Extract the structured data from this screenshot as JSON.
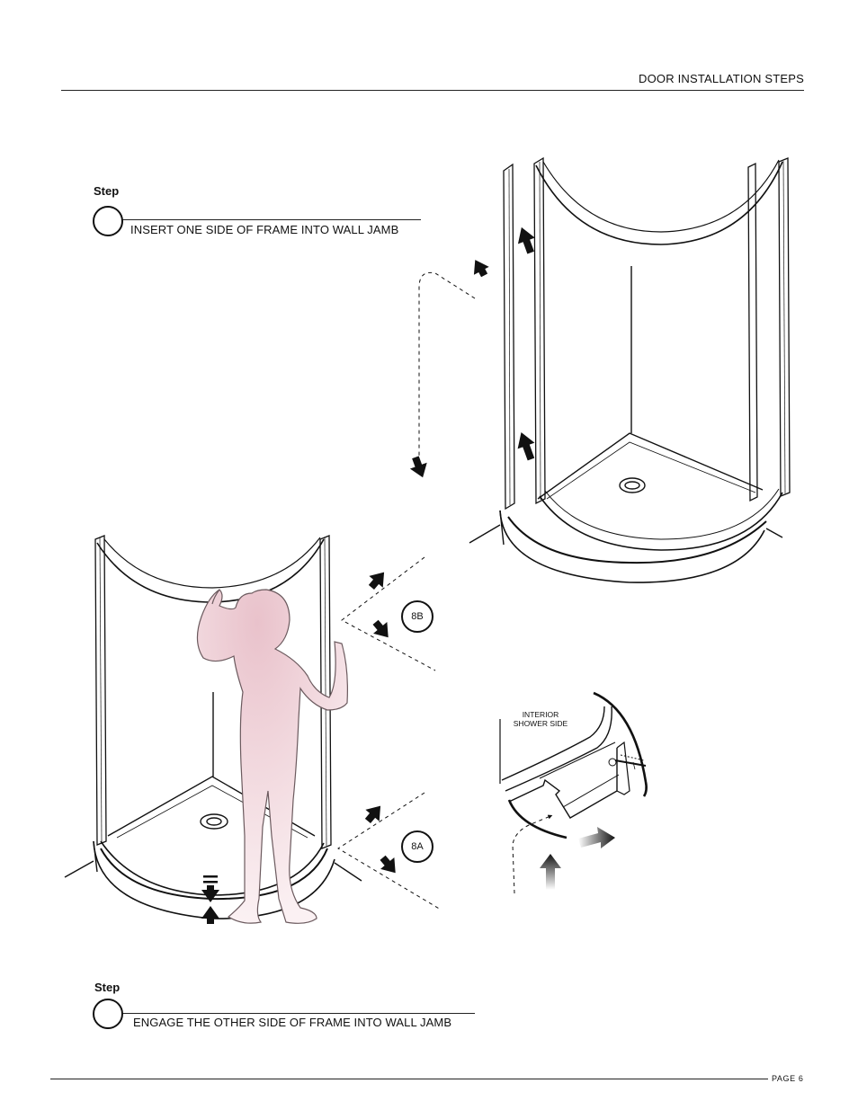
{
  "header": {
    "section_title": "DOOR INSTALLATION STEPS"
  },
  "step_a": {
    "label": "Step",
    "instruction": "INSERT ONE SIDE OF FRAME INTO WALL JAMB"
  },
  "step_b": {
    "label": "Step",
    "instruction": "ENGAGE THE OTHER SIDE OF FRAME INTO WALL JAMB"
  },
  "callouts": {
    "upper": "8B",
    "lower": "8A"
  },
  "detail": {
    "line1": "INTERIOR",
    "line2": "SHOWER SIDE"
  },
  "footer": {
    "page": "PAGE 6"
  },
  "colors": {
    "figure_fill": "#f4dde2",
    "figure_stroke": "#6b5a5e",
    "line": "#111111"
  }
}
